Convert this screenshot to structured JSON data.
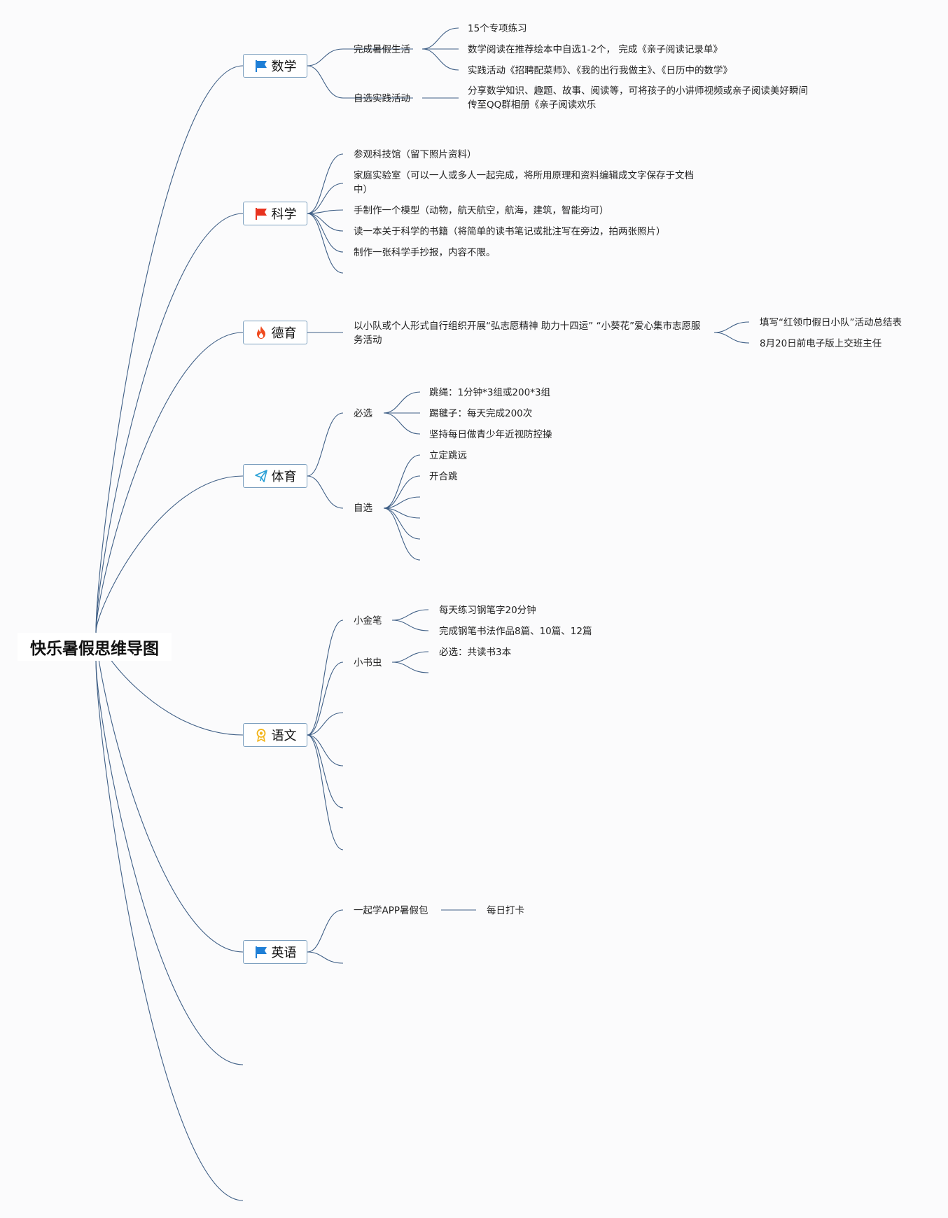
{
  "root": {
    "title": "快乐暑假思维导图"
  },
  "branches": {
    "math": {
      "label": "数学",
      "icon": "blue-flag-icon",
      "summer_life": "完成暑假生活",
      "summer_items": [
        "15个专项练习",
        "数学阅读在推荐绘本中自选1-2个， 完成《亲子阅读记录单》",
        "实践活动《招聘配菜师》、《我的出行我做主》、《日历中的数学》"
      ],
      "practice": "自选实践活动",
      "practice_detail": "分享数学知识、趣题、故事、阅读等，可将孩子的小讲师视频或亲子阅读美好瞬间传至QQ群相册《亲子阅读欢乐"
    },
    "science": {
      "label": "科学",
      "icon": "red-flag-icon",
      "items": [
        "参观科技馆（留下照片资料）",
        "家庭实验室（可以一人或多人一起完成，将所用原理和资料编辑成文字保存于文档中）",
        "手制作一个模型（动物，航天航空，航海，建筑，智能均可）",
        "读一本关于科学的书籍（将简单的读书笔记或批注写在旁边，拍两张照片）",
        "制作一张科学手抄报，内容不限。"
      ]
    },
    "moral": {
      "label": "德育",
      "icon": "fire-icon",
      "activity": "以小队或个人形式自行组织开展“弘志愿精神 助力十四运” “小葵花”爱心集市志愿服务活动",
      "subs": [
        "填写“红领巾假日小队”活动总结表",
        "8月20日前电子版上交班主任"
      ]
    },
    "pe": {
      "label": "体育",
      "icon": "paper-plane-icon",
      "required": "必选",
      "required_items": [
        "跳绳：1分钟*3组或200*3组",
        "踢毽子：每天完成200次",
        "坚持每日做青少年近视防控操"
      ],
      "optional": "自选",
      "optional_items": [
        "立定跳远",
        "开合跳"
      ]
    },
    "chinese": {
      "label": "语文",
      "icon": "award-ribbon-icon",
      "pen": "小金笔",
      "pen_items": [
        "每天练习钢笔字20分钟",
        "完成钢笔书法作品8篇、10篇、12篇"
      ],
      "reader": "小书虫",
      "reader_items": [
        "必选：共读书3本"
      ]
    },
    "english": {
      "label": "英语",
      "icon": "blue-flag-icon",
      "app": "一起学APP暑假包",
      "app_item": "每日打卡"
    }
  },
  "colors": {
    "line": "#3f5f86",
    "node_border": "#7da0bf",
    "blue_flag": "#1f7fd6",
    "red_flag": "#e8331f",
    "fire": "#f04a1e",
    "plane": "#2aa0d6",
    "award": "#f2b418"
  }
}
